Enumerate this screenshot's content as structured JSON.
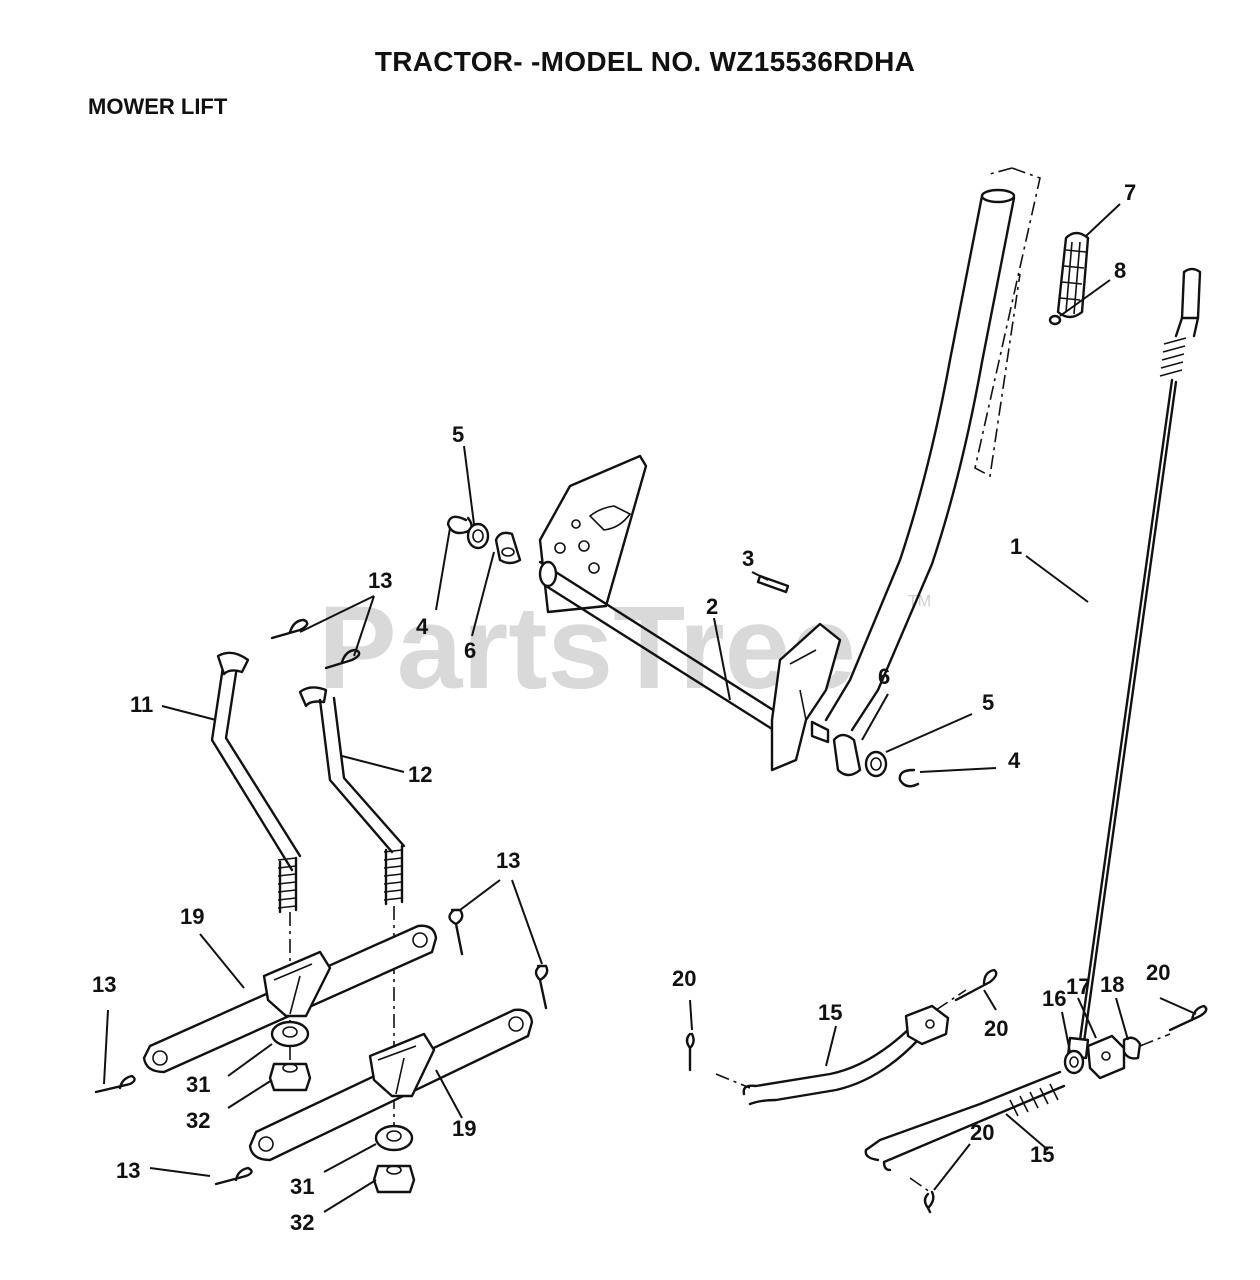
{
  "header": {
    "title": "TRACTOR- -MODEL NO. WZ15536RDHA",
    "section": "MOWER LIFT"
  },
  "watermark": {
    "text": "PartsTree",
    "trademark": "TM"
  },
  "labels": [
    {
      "id": "1",
      "text": "1"
    },
    {
      "id": "2",
      "text": "2"
    },
    {
      "id": "3",
      "text": "3"
    },
    {
      "id": "4a",
      "text": "4"
    },
    {
      "id": "4b",
      "text": "4"
    },
    {
      "id": "5a",
      "text": "5"
    },
    {
      "id": "5b",
      "text": "5"
    },
    {
      "id": "6a",
      "text": "6"
    },
    {
      "id": "6b",
      "text": "6"
    },
    {
      "id": "7",
      "text": "7"
    },
    {
      "id": "8",
      "text": "8"
    },
    {
      "id": "11",
      "text": "11"
    },
    {
      "id": "12",
      "text": "12"
    },
    {
      "id": "13a",
      "text": "13"
    },
    {
      "id": "13b",
      "text": "13"
    },
    {
      "id": "13c",
      "text": "13"
    },
    {
      "id": "13d",
      "text": "13"
    },
    {
      "id": "15a",
      "text": "15"
    },
    {
      "id": "15b",
      "text": "15"
    },
    {
      "id": "16",
      "text": "16"
    },
    {
      "id": "17",
      "text": "17"
    },
    {
      "id": "18",
      "text": "18"
    },
    {
      "id": "19a",
      "text": "19"
    },
    {
      "id": "19b",
      "text": "19"
    },
    {
      "id": "20a",
      "text": "20"
    },
    {
      "id": "20b",
      "text": "20"
    },
    {
      "id": "20c",
      "text": "20"
    },
    {
      "id": "20d",
      "text": "20"
    },
    {
      "id": "31a",
      "text": "31"
    },
    {
      "id": "31b",
      "text": "31"
    },
    {
      "id": "32a",
      "text": "32"
    },
    {
      "id": "32b",
      "text": "32"
    }
  ]
}
